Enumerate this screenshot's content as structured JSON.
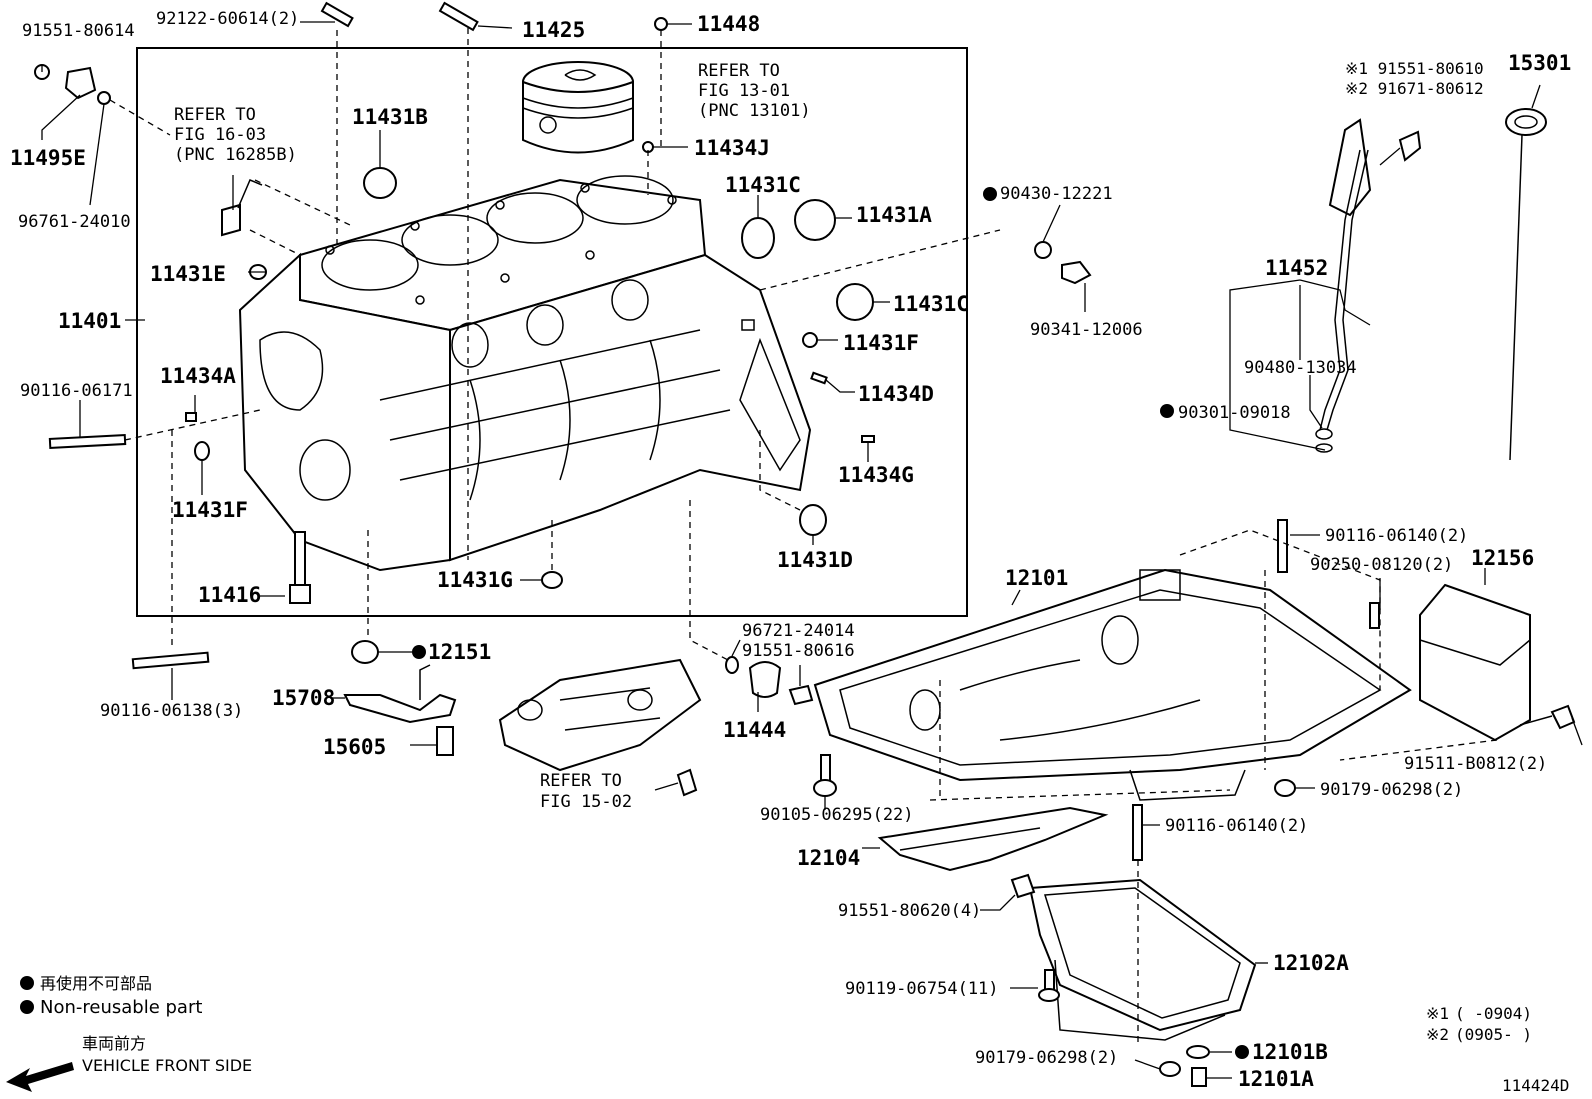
{
  "diagram_id": "114424D",
  "labels": {
    "p91551_80614": "91551-80614",
    "p92122_60614": "92122-60614(2)",
    "p11425": "11425",
    "p11448": "11448",
    "p11495E": "11495E",
    "p96761_24010": "96761-24010",
    "refer_16_03_a": "REFER TO",
    "refer_16_03_b": "FIG 16-03",
    "refer_16_03_c": "(PNC 16285B)",
    "p11431B": "11431B",
    "refer_13_01_a": "REFER TO",
    "refer_13_01_b": "FIG 13-01",
    "refer_13_01_c": "(PNC 13101)",
    "p11434J": "11434J",
    "p11431C_top": "11431C",
    "p11431A": "11431A",
    "p90430_12221": "90430-12221",
    "p11431E": "11431E",
    "p11401": "11401",
    "p90341_12006": "90341-12006",
    "p11431C_mid": "11431C",
    "p11431F_right": "11431F",
    "p11434A": "11434A",
    "p11434D": "11434D",
    "p90116_06171": "90116-06171",
    "p11434G": "11434G",
    "p11431F_left": "11431F",
    "p11431D": "11431D",
    "p11431G": "11431G",
    "p11416": "11416",
    "p12151": "12151",
    "p90116_06138": "90116-06138(3)",
    "p15708": "15708",
    "p15605": "15605",
    "p96721_24014": "96721-24014",
    "p91551_80616": "91551-80616",
    "p11444": "11444",
    "refer_15_02_a": "REFER TO",
    "refer_15_02_b": "FIG 15-02",
    "p91551_80610": "※1 91551-80610",
    "p91671_80612": "※2 91671-80612",
    "p15301": "15301",
    "p11452": "11452",
    "p90480_13034": "90480-13034",
    "p90301_09018": "90301-09018",
    "p90116_06140_top": "90116-06140(2)",
    "p90250_08120": "90250-08120(2)",
    "p12156": "12156",
    "p12101": "12101",
    "p91511_B0812": "91511-B0812(2)",
    "p90179_06298_top": "90179-06298(2)",
    "p90105_06295": "90105-06295(22)",
    "p90116_06140_mid": "90116-06140(2)",
    "p12104": "12104",
    "p91551_80620": "91551-80620(4)",
    "p12102A": "12102A",
    "p90119_06754": "90119-06754(11)",
    "p90179_06298_bot": "90179-06298(2)",
    "p12101B": "12101B",
    "p12101A": "12101A"
  },
  "legend": {
    "non_reusable_jp": "再使用不可部品",
    "non_reusable_en": "Non-reusable part",
    "front_jp": "車両前方",
    "front_en": "VEHICLE FRONT SIDE"
  },
  "notes": {
    "note1_mark": "※1",
    "note1_range": "(      -0904)",
    "note2_mark": "※2",
    "note2_range": "(0905-      )"
  }
}
